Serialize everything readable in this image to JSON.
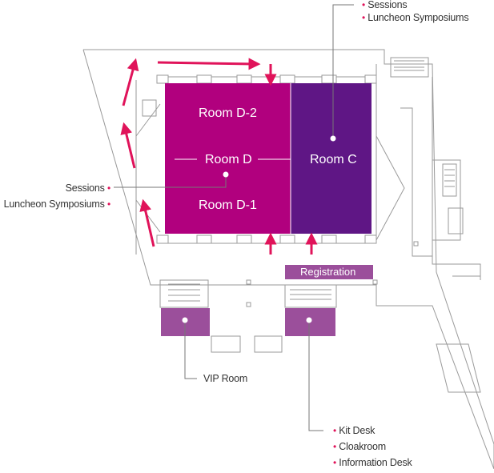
{
  "colors": {
    "room_d": "#b1007e",
    "room_c": "#5f1685",
    "facility": "#9b4f9b",
    "arrow": "#e0135a",
    "outline": "#9a9a9a",
    "leader": "#777777"
  },
  "rooms": {
    "d2": "Room D-2",
    "d": "Room D",
    "d1": "Room D-1",
    "c": "Room C",
    "registration": "Registration"
  },
  "callouts": {
    "top_right": [
      "Sessions",
      "Luncheon Symposiums"
    ],
    "left": [
      "Sessions",
      "Luncheon Symposiums"
    ],
    "vip": "VIP Room",
    "bottom": [
      "Kit Desk",
      "Cloakroom",
      "Information Desk"
    ]
  }
}
